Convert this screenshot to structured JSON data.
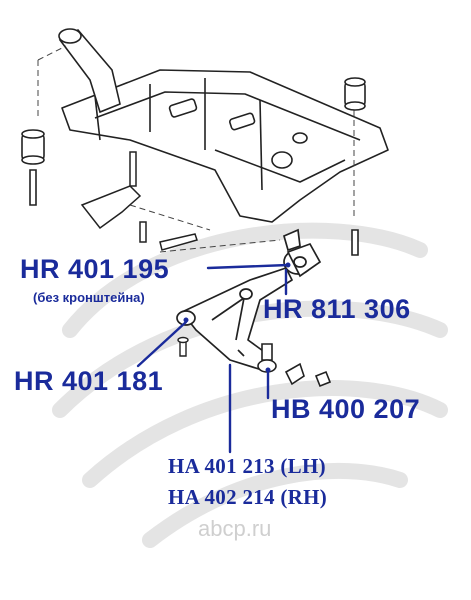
{
  "labels": {
    "hr401195": "HR 401 195",
    "hr401195_note": "(без кронштейна)",
    "hr811306": "HR 811 306",
    "hr401181": "HR 401 181",
    "hb400207": "HB 400 207",
    "ha401213": "HA 401 213 (LH)",
    "ha402214": "HA 402 214 (RH)"
  },
  "watermark": {
    "text": "abcp.ru"
  },
  "colors": {
    "label": "#1a2b9b",
    "leader": "#1a2b9b",
    "drawing": "#222222",
    "watermark": "#d4d4d4"
  }
}
